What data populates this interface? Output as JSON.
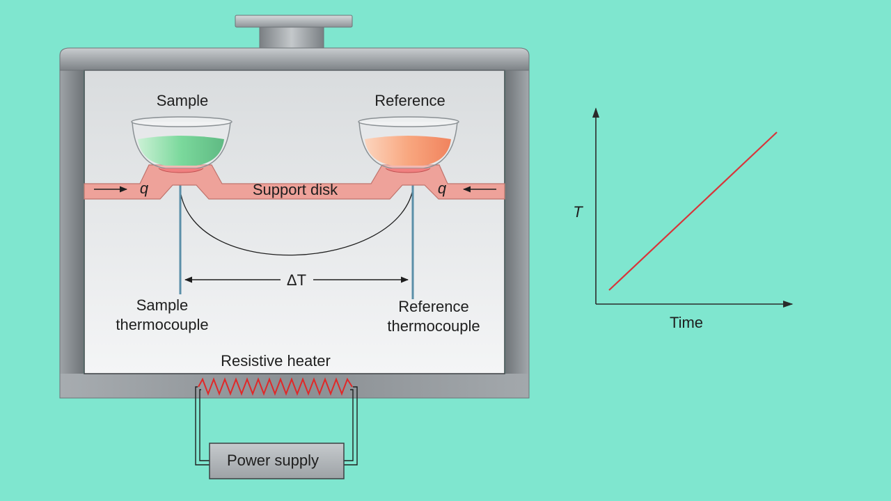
{
  "apparatus": {
    "sample_label": "Sample",
    "reference_label": "Reference",
    "support_disk_label": "Support disk",
    "heat_flow_symbol": "q",
    "delta_t_label": "ΔT",
    "sample_thermocouple_line1": "Sample",
    "sample_thermocouple_line2": "thermocouple",
    "reference_thermocouple_line1": "Reference",
    "reference_thermocouple_line2": "thermocouple",
    "heater_label": "Resistive heater",
    "power_supply_label": "Power supply",
    "colors": {
      "background": "#7fe6cf",
      "sample_liquid": "#3dbf6a",
      "reference_liquid": "#f2703a",
      "support_disk": "#eea29a",
      "heater_coil": "#e02828",
      "thermocouple_wire": "#5b8fa8"
    }
  },
  "graph": {
    "y_axis_label": "T",
    "x_axis_label": "Time",
    "line_color": "#d8353a"
  }
}
